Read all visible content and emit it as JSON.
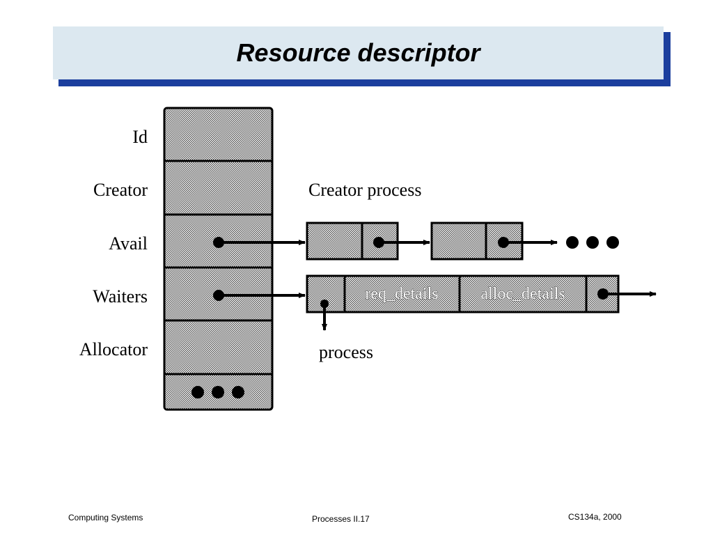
{
  "slide": {
    "title": "Resource descriptor"
  },
  "diagram": {
    "fields": [
      {
        "label": "Id"
      },
      {
        "label": "Creator"
      },
      {
        "label": "Avail"
      },
      {
        "label": "Waiters"
      },
      {
        "label": "Allocator"
      }
    ],
    "creator_process_label": "Creator process",
    "waiter_fields": [
      "req_details",
      "alloc_details"
    ],
    "process_label": "process"
  },
  "footer": {
    "left": "Computing Systems",
    "center": "Processes II.17",
    "right": "CS134a, 2000"
  }
}
